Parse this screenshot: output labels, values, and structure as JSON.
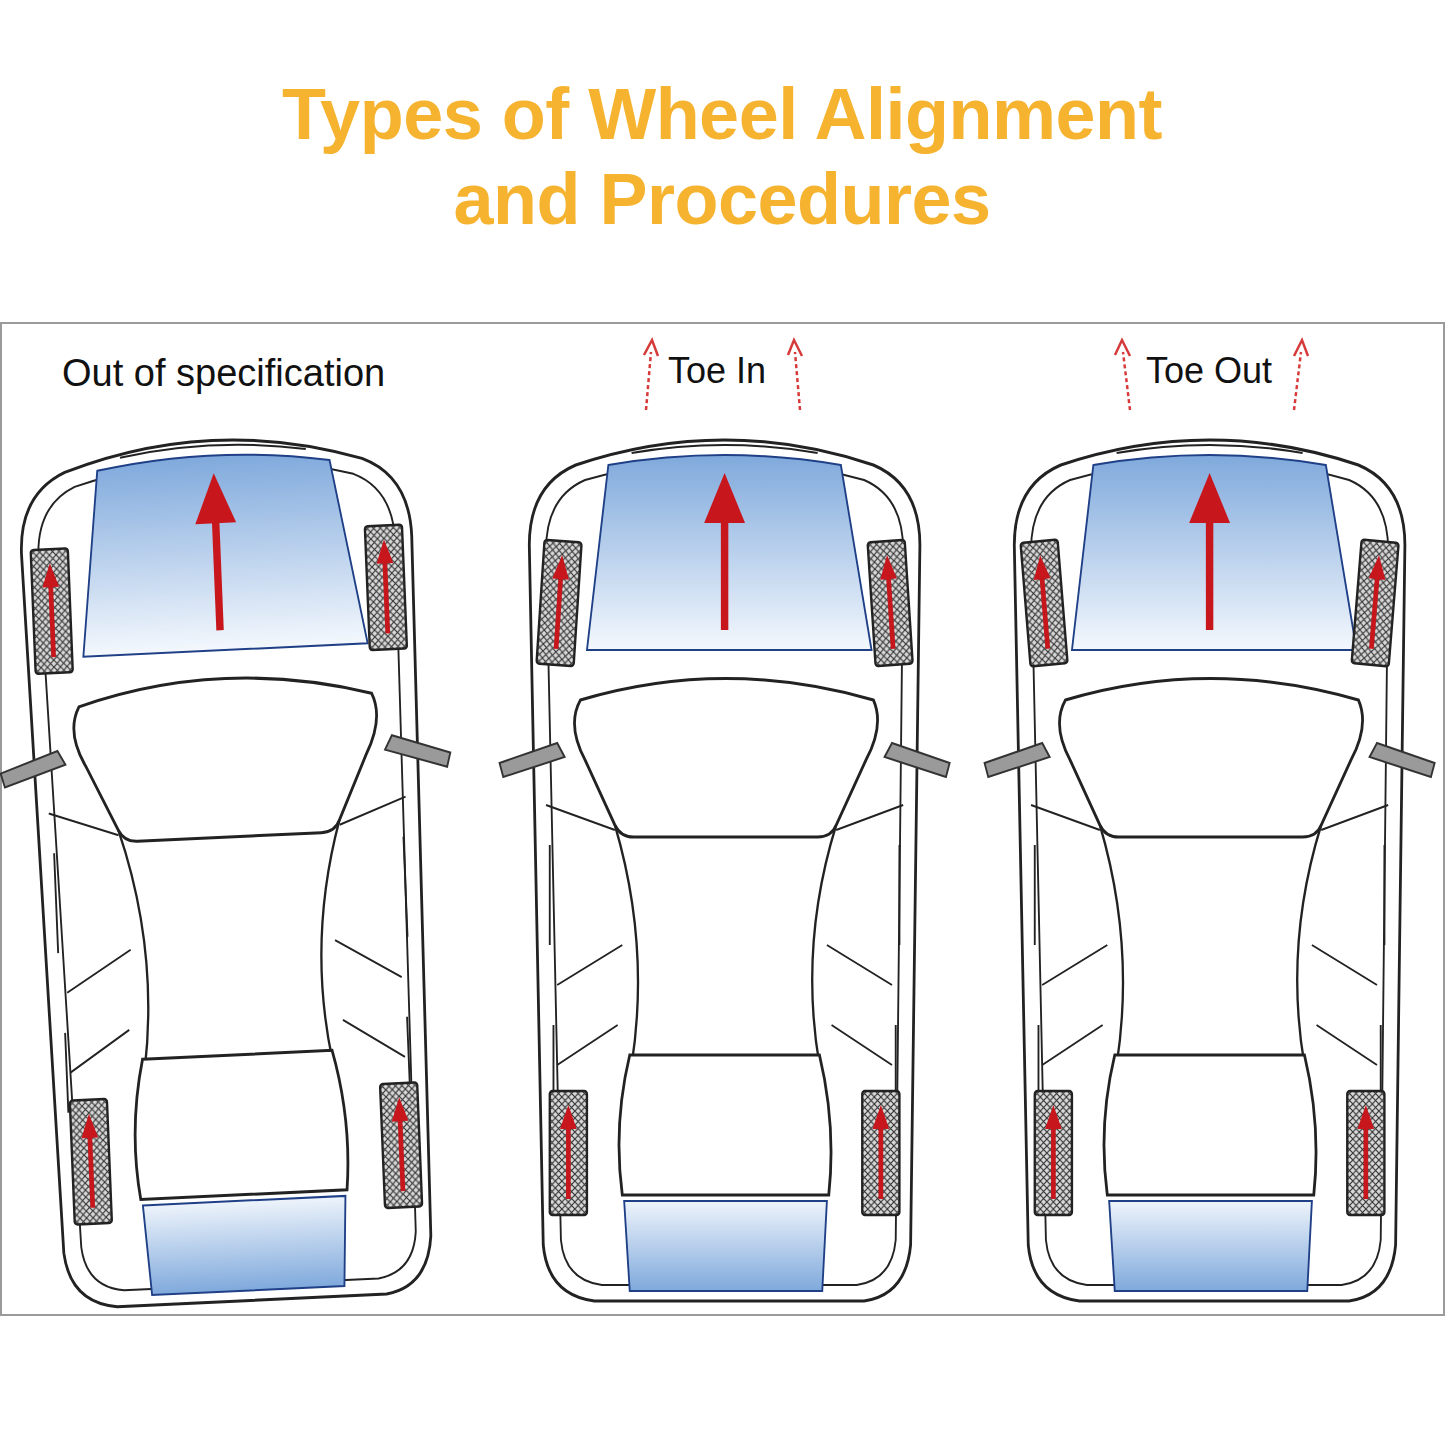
{
  "diagram": {
    "title": "Types of Wheel Alignment and Procedures",
    "labels": [
      "Out of specification",
      "Toe In",
      "Toe Out"
    ]
  }
}
